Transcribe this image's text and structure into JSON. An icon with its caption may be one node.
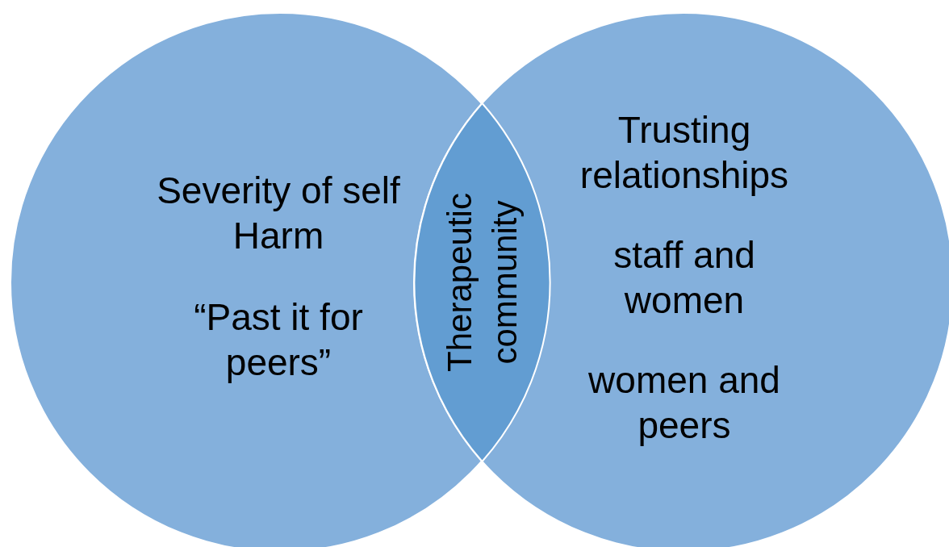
{
  "diagram": {
    "nodes": [
      {
        "text": [
          "Severity of self Harm",
          "“Past it for peers”"
        ]
      },
      {
        "text": [
          "Trusting relationships",
          "staff and women",
          "women and peers"
        ]
      },
      {
        "text": [
          "Therapeutic community"
        ]
      }
    ]
  }
}
